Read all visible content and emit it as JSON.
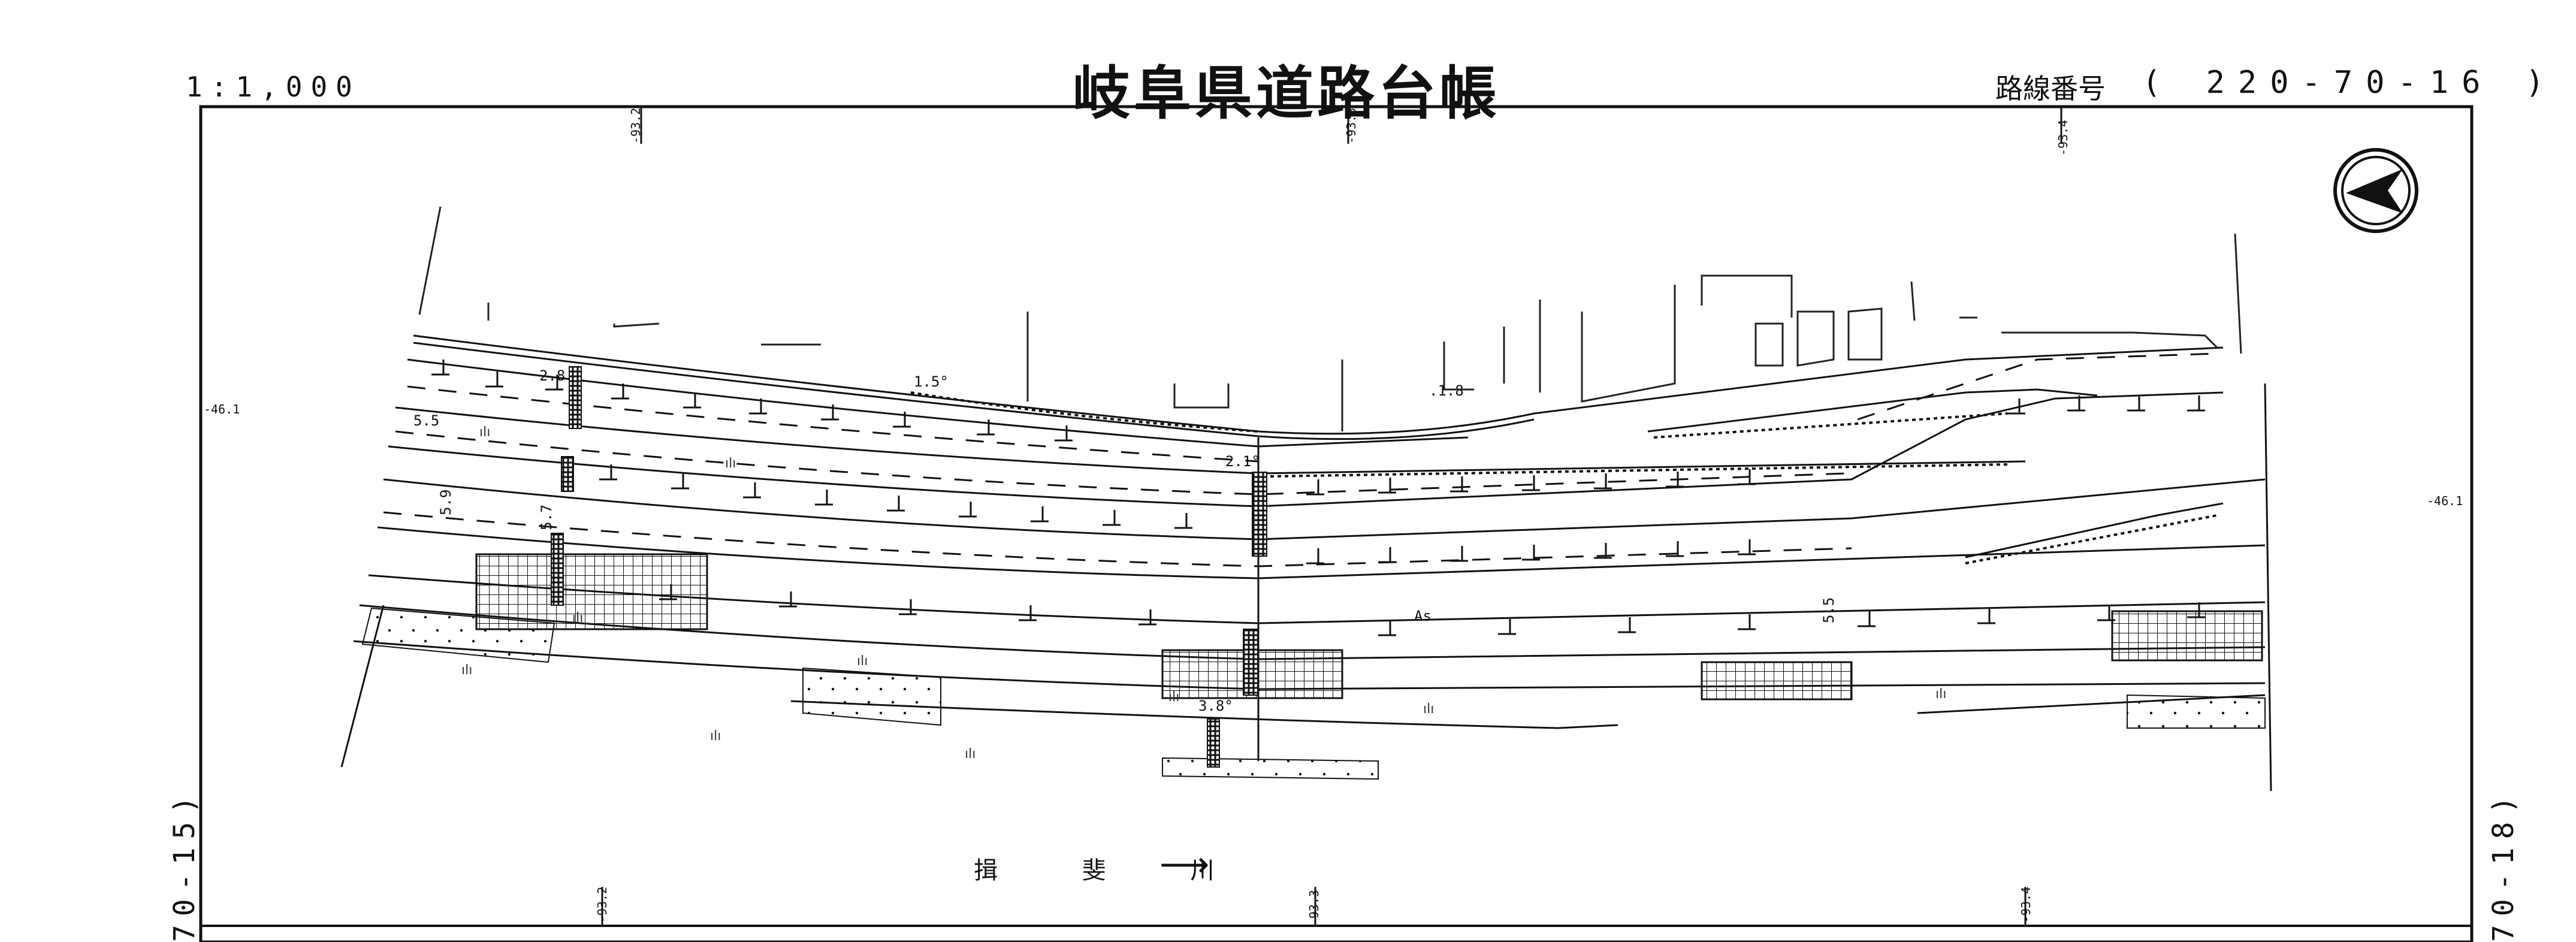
{
  "header": {
    "scale": "1:1,000",
    "title": "岐阜県道路台帳",
    "route_label": "路線番号",
    "route_number": "( 220-70-16 )"
  },
  "adjacent_sheets": {
    "left": "70-15)",
    "right": "70-18)"
  },
  "river": {
    "name": "揖 斐 川",
    "arrow": "⟶"
  },
  "map_labels": {
    "width_28": "2.8",
    "width_15": "1.5°",
    "width_18": ".1.8",
    "width_21": "2.1°",
    "width_55": "5.5",
    "width_59": "5.9",
    "width_57": "5.7",
    "width_55b": "5.5",
    "width_38": "3.8°",
    "surface": "As",
    "grid_top_1": "-93.2",
    "grid_top_2": "-93.3",
    "grid_top_3": "-93.4",
    "grid_bottom_1": "-93.2",
    "grid_bottom_2": "-93.3",
    "grid_bottom_3": "-93.4",
    "grid_left": "-46.1",
    "grid_right": "-46.1",
    "field_mark": "ılı"
  }
}
